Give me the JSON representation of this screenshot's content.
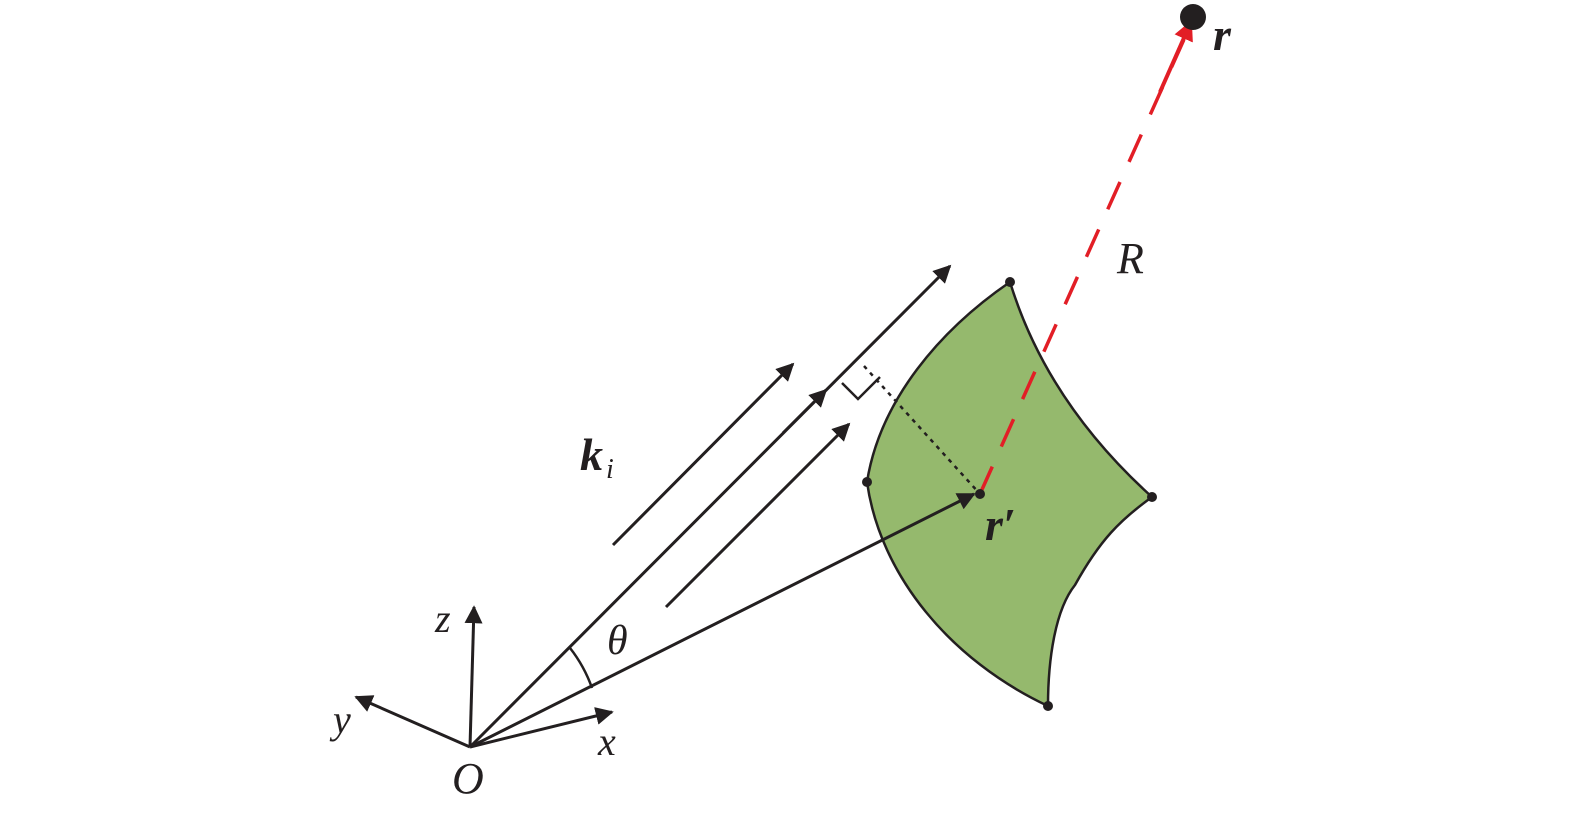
{
  "colors": {
    "line": "#231f20",
    "surface_fill": "#95b96d",
    "observation_ray": "#e21e26",
    "background": "#ffffff"
  },
  "labels": {
    "origin": "O",
    "axis_x": "x",
    "axis_y": "y",
    "axis_z": "z",
    "angle": "θ",
    "wave_vector_main": "k",
    "wave_vector_sub": "i",
    "source_point": "r′",
    "observation_point": "r",
    "distance": "R"
  }
}
